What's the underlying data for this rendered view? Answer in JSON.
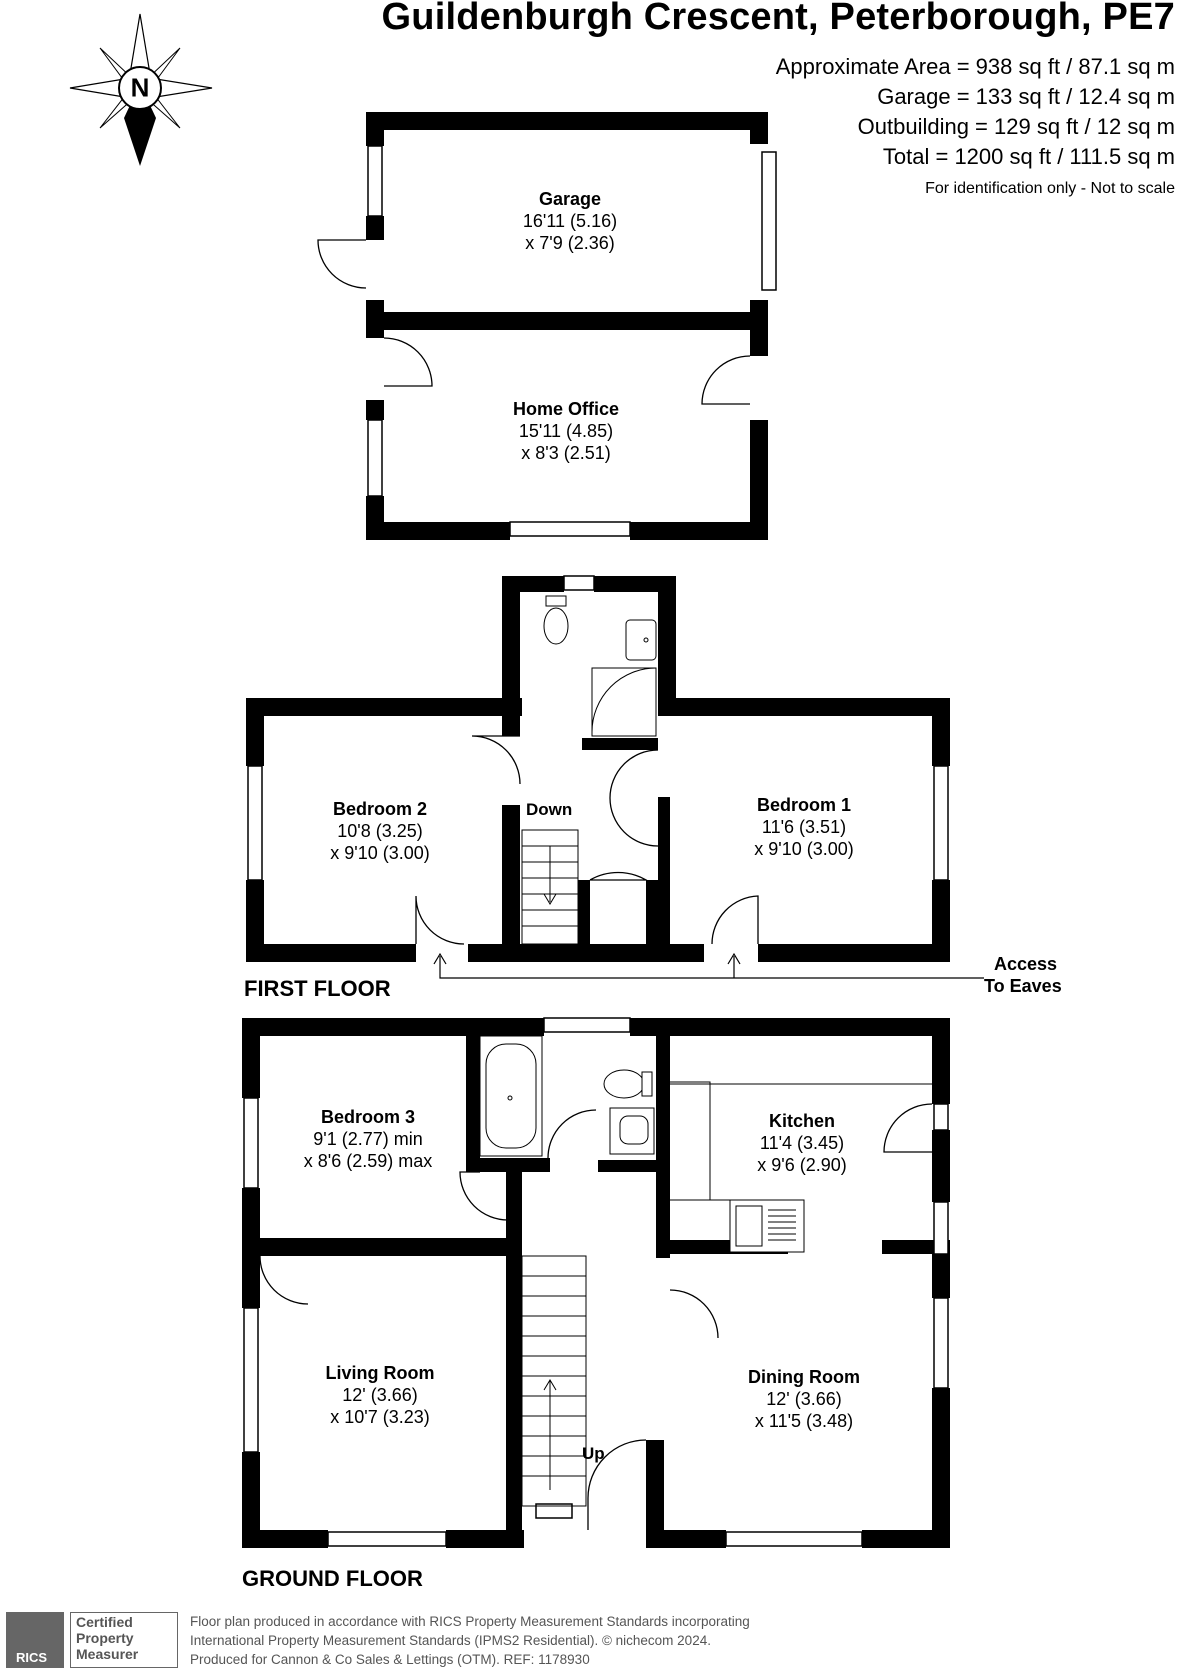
{
  "header": {
    "title": "Guildenburgh Crescent, Peterborough, PE7",
    "areas": [
      "Approximate Area = 938 sq ft / 87.1 sq m",
      "Garage = 133 sq ft / 12.4 sq m",
      "Outbuilding = 129 sq ft / 12 sq m",
      "Total = 1200 sq ft / 111.5 sq m"
    ],
    "note": "For identification only - Not to scale"
  },
  "compass": {
    "label": "N",
    "icon": "compass-rose-icon"
  },
  "rooms": {
    "garage": {
      "name": "Garage",
      "dim1": "16'11 (5.16)",
      "dim2": "x 7'9 (2.36)"
    },
    "home_office": {
      "name": "Home Office",
      "dim1": "15'11 (4.85)",
      "dim2": "x 8'3 (2.51)"
    },
    "bedroom2": {
      "name": "Bedroom 2",
      "dim1": "10'8 (3.25)",
      "dim2": "x 9'10 (3.00)"
    },
    "bedroom1": {
      "name": "Bedroom 1",
      "dim1": "11'6 (3.51)",
      "dim2": "x 9'10 (3.00)"
    },
    "bedroom3": {
      "name": "Bedroom 3",
      "dim1": "9'1 (2.77) min",
      "dim2": "x 8'6 (2.59) max"
    },
    "kitchen": {
      "name": "Kitchen",
      "dim1": "11'4 (3.45)",
      "dim2": "x 9'6 (2.90)"
    },
    "living": {
      "name": "Living Room",
      "dim1": "12' (3.66)",
      "dim2": "x 10'7 (3.23)"
    },
    "dining": {
      "name": "Dining Room",
      "dim1": "12' (3.66)",
      "dim2": "x 11'5 (3.48)"
    }
  },
  "labels": {
    "first_floor": "FIRST FLOOR",
    "ground_floor": "GROUND FLOOR",
    "down": "Down",
    "up": "Up",
    "access1": "Access",
    "access2": "To Eaves"
  },
  "footer": {
    "badge_lines": [
      "Certified",
      "Property",
      "Measurer"
    ],
    "badge_word": "RICS",
    "lines": [
      "Floor plan produced in accordance with RICS Property Measurement Standards incorporating",
      "International Property Measurement Standards (IPMS2 Residential).  © nichecom 2024.",
      "Produced for Cannon & Co Sales & Lettings (OTM).   REF:  1178930"
    ]
  },
  "colors": {
    "wall": "#000000",
    "background": "#ffffff",
    "footer_text": "#555555",
    "badge": "#666666"
  }
}
